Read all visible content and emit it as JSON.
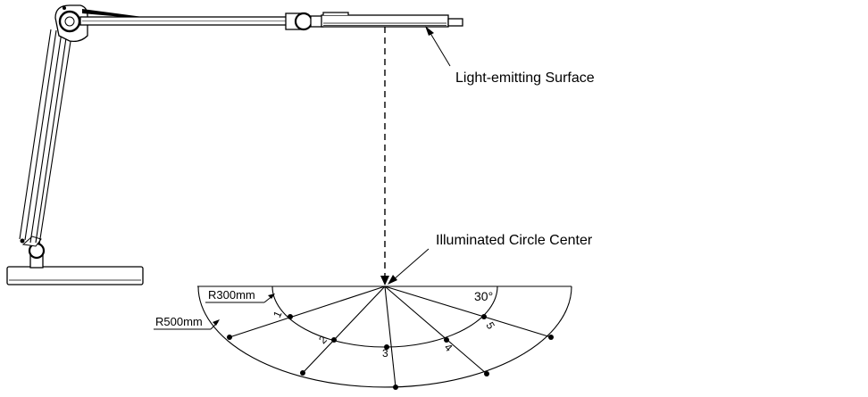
{
  "labels": {
    "light_surface": "Light-emitting Surface",
    "circle_center": "Illuminated Circle Center",
    "r300": "R300mm",
    "r500": "R500mm",
    "angle": "30°"
  },
  "points": [
    "1",
    "2",
    "3",
    "4",
    "5"
  ],
  "colors": {
    "line": "#000000",
    "background": "#ffffff"
  }
}
